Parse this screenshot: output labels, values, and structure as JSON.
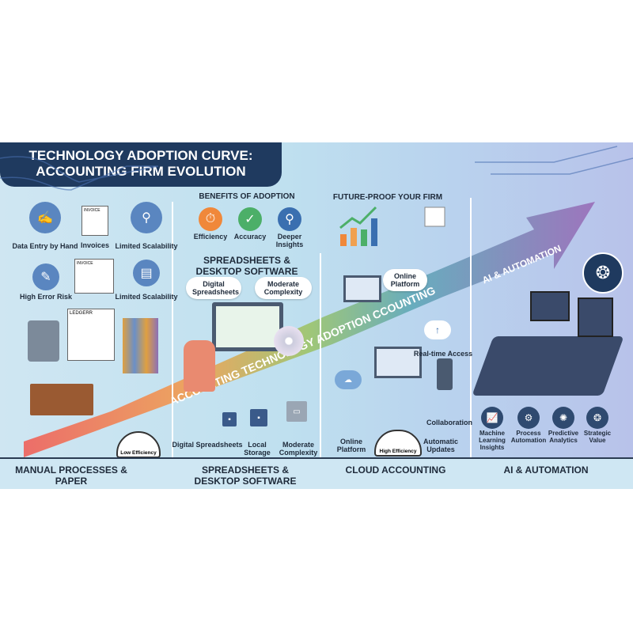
{
  "title": {
    "line1": "TECHNOLOGY ADOPTION CURVE:",
    "line2": "ACCOUNTING FIRM EVOLUTION"
  },
  "manual": {
    "items": [
      "Data Entry by Hand",
      "Invoices",
      "Limited Scalability",
      "High Error Risk",
      "Limited Scalability"
    ],
    "doc_labels": [
      "INVOICE",
      "INVOICE",
      "LEDGERR"
    ],
    "gauge": "Low Efficiency",
    "label": "MANUAL PROCESSES & PAPER"
  },
  "benefits": {
    "heading": "BENEFITS OF ADOPTION",
    "items": [
      {
        "label": "Efficiency",
        "color": "#f0883a"
      },
      {
        "label": "Accuracy",
        "color": "#4caf68"
      },
      {
        "label": "Deeper Insights",
        "color": "#3a6fb0"
      }
    ]
  },
  "spreadsheets": {
    "heading": "SPREADSHEETS & DESKTOP SOFTWARE",
    "bubbles": [
      "Digital Spreadsheets",
      "Moderate Complexity"
    ],
    "items": [
      "Digital Spreadsheets",
      "Local Storage",
      "Moderate Complexity"
    ],
    "label": "SPREADSHEETS & DESKTOP SOFTWARE"
  },
  "future": {
    "heading": "FUTURE-PROOF YOUR FIRM"
  },
  "cloud": {
    "bubble": "Online Platform",
    "items": [
      "Real-time Access",
      "Collaboration",
      "Online Platform",
      "Automatic Updates"
    ],
    "gauge": "High Efficiency",
    "label": "CLOUD ACCOUNTING"
  },
  "ai": {
    "items": [
      "Machine Learning Insights",
      "Process Automation",
      "Predictive Analytics",
      "Strategic Value"
    ],
    "label": "AI & AUTOMATION"
  },
  "curve": {
    "text": "ACCOUNTING TECHNOLOGY ADOPTION CCOUNTING",
    "text2": "AI & AUTOMATION",
    "colors": [
      "#f0605a",
      "#f0a050",
      "#8fc06a",
      "#5fa8b8",
      "#8a70b8"
    ]
  }
}
